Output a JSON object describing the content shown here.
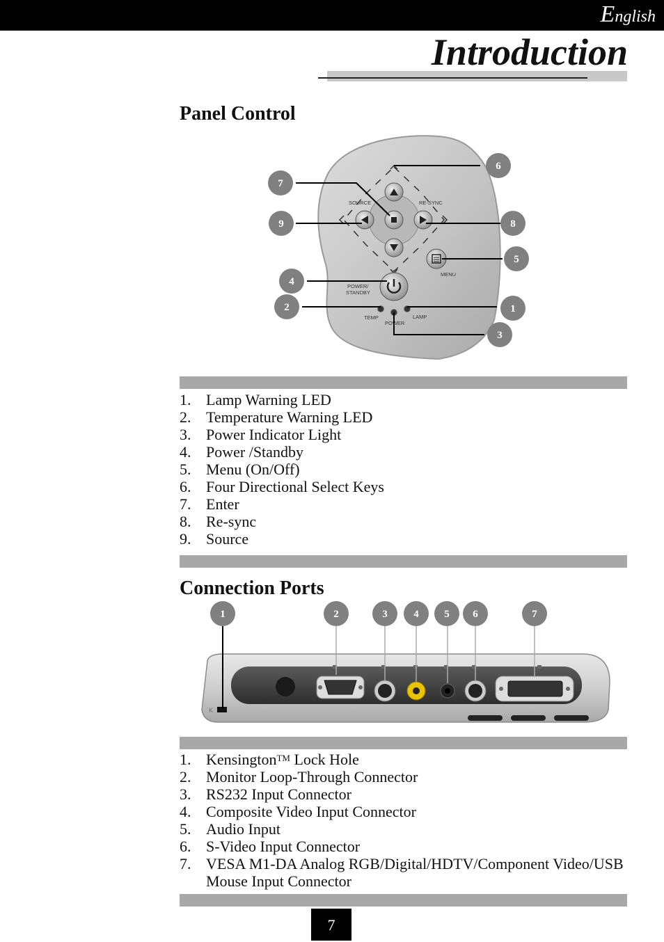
{
  "header": {
    "language_cap": "E",
    "language_rest": "nglish",
    "title": "Introduction"
  },
  "panel_control": {
    "heading": "Panel Control",
    "diagram": {
      "callouts": [
        "1",
        "2",
        "3",
        "4",
        "5",
        "6",
        "7",
        "8",
        "9"
      ],
      "labels": {
        "source": "SOURCE",
        "resync": "RE-SYNC",
        "menu": "MENU",
        "power_standby_1": "POWER/",
        "power_standby_2": "STANDBY",
        "temp": "TEMP",
        "power": "POWER",
        "lamp": "LAMP"
      }
    },
    "items": [
      {
        "num": "1.",
        "text": "Lamp Warning LED"
      },
      {
        "num": "2.",
        "text": "Temperature Warning LED"
      },
      {
        "num": "3.",
        "text": "Power Indicator Light"
      },
      {
        "num": "4.",
        "text": "Power /Standby"
      },
      {
        "num": "5.",
        "text": "Menu (On/Off)"
      },
      {
        "num": "6.",
        "text": "Four Directional Select Keys"
      },
      {
        "num": "7.",
        "text": "Enter"
      },
      {
        "num": "8.",
        "text": "Re-sync"
      },
      {
        "num": "9.",
        "text": "Source"
      }
    ]
  },
  "connection_ports": {
    "heading": "Connection Ports",
    "callouts": [
      "1",
      "2",
      "3",
      "4",
      "5",
      "6",
      "7"
    ],
    "items": [
      {
        "num": "1.",
        "text": "Kensington",
        "tm": "TM",
        "text_after": " Lock Hole"
      },
      {
        "num": "2.",
        "text": "Monitor Loop-Through Connector"
      },
      {
        "num": "3.",
        "text": "RS232 Input Connector"
      },
      {
        "num": "4.",
        "text": "Composite Video  Input Connector"
      },
      {
        "num": "5.",
        "text": "Audio Input"
      },
      {
        "num": "6.",
        "text": "S-Video Input Connector"
      },
      {
        "num": "7.",
        "text": "VESA M1-DA Analog RGB/Digital/HDTV/Component Video/USB Mouse Input Connector"
      }
    ]
  },
  "footer": {
    "page_number": "7"
  }
}
